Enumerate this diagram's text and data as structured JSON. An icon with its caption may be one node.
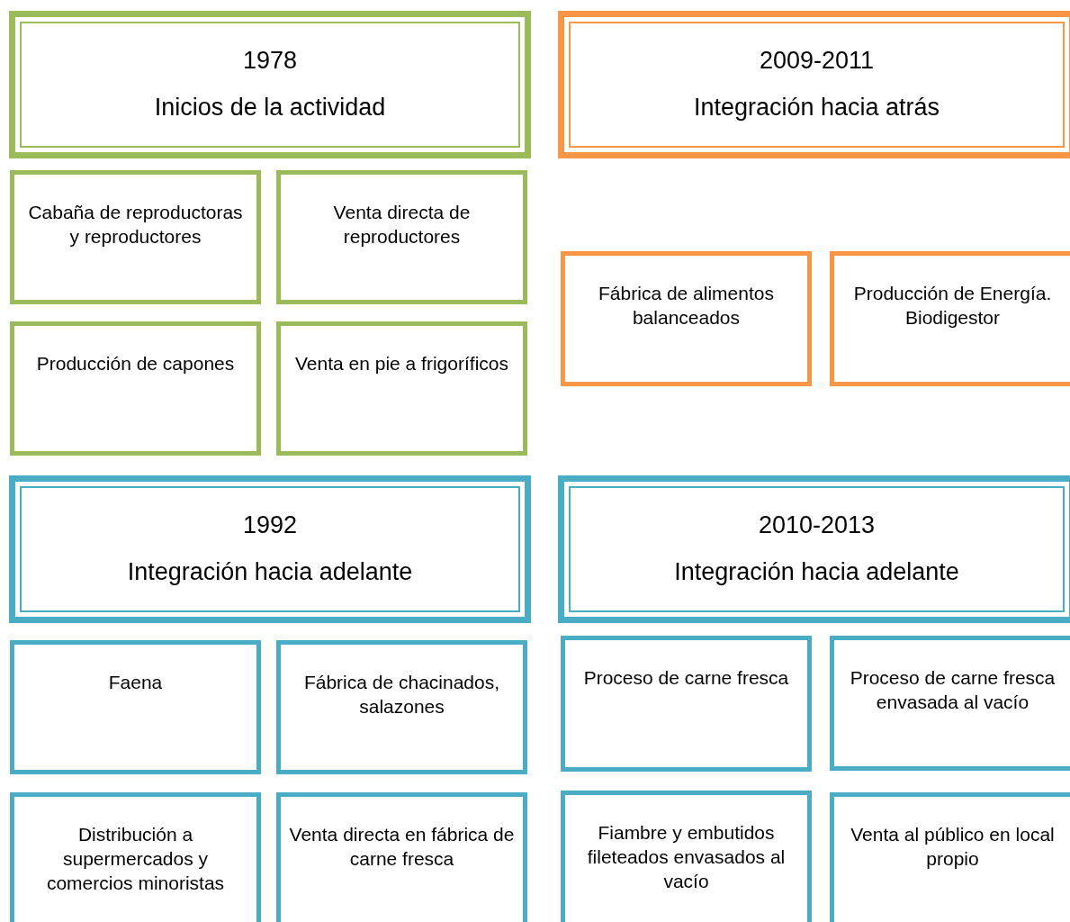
{
  "diagram": {
    "nodes": [
      {
        "text": [
          "1978",
          "Inicios de la actividad"
        ]
      },
      {
        "text": [
          "Cabaña de reproductoras y reproductores"
        ]
      },
      {
        "text": [
          "Venta directa de reproductores"
        ]
      },
      {
        "text": [
          "Producción de capones"
        ]
      },
      {
        "text": [
          "Venta en pie a frigoríficos"
        ]
      },
      {
        "text": [
          "2009-2011",
          "Integración hacia atrás"
        ]
      },
      {
        "text": [
          "Fábrica de alimentos balanceados"
        ]
      },
      {
        "text": [
          "Producción de Energía. Biodigestor"
        ]
      },
      {
        "text": [
          "1992",
          "Integración hacia adelante"
        ]
      },
      {
        "text": [
          "Faena"
        ]
      },
      {
        "text": [
          "Fábrica de chacinados, salazones"
        ]
      },
      {
        "text": [
          "Distribución a supermercados y comercios minoristas"
        ]
      },
      {
        "text": [
          "Venta directa en fábrica de carne fresca"
        ]
      },
      {
        "text": [
          "2010-2013",
          "Integración hacia adelante"
        ]
      },
      {
        "text": [
          "Proceso de carne fresca"
        ]
      },
      {
        "text": [
          "Proceso de carne fresca envasada al vacío"
        ]
      },
      {
        "text": [
          "Fiambre y embutidos fileteados envasados al vacío"
        ]
      },
      {
        "text": [
          "Venta al público en local propio"
        ]
      }
    ]
  }
}
